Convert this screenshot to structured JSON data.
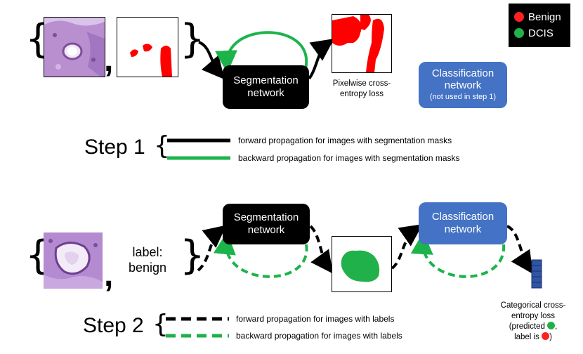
{
  "colors": {
    "benign": "#ff2020",
    "dcis": "#21b14b",
    "green_arrow": "#1db34b",
    "classification": "#4472c4",
    "segmentation": "#000000",
    "mask_fill": "#ff0000",
    "histology": "#b78fcf"
  },
  "legend": {
    "benign_label": "Benign",
    "dcis_label": "DCIS"
  },
  "step1": {
    "title": "Step 1",
    "segmentation_network": "Segmentation network",
    "classification_network": "Classification network",
    "classification_note": "(not used in step 1)",
    "loss_label": "Pixelwise cross-entropy loss",
    "forward_legend": "forward propagation for images with segmentation masks",
    "backward_legend": "backward propagation for images with segmentation masks"
  },
  "step2": {
    "title": "Step 2",
    "label_line1": "label:",
    "label_line2": "benign",
    "segmentation_network": "Segmentation network",
    "classification_network": "Classification network",
    "loss_line1": "Categorical cross-",
    "loss_line2": "entropy loss",
    "loss_line3": "(predicted",
    "loss_line4": "label is",
    "forward_legend": "forward propagation for images with labels",
    "backward_legend": "backward propagation for images with labels"
  },
  "icons": [
    "brace-left-icon",
    "brace-right-icon",
    "histology-image",
    "segmentation-mask-image",
    "output-vector-icon"
  ]
}
